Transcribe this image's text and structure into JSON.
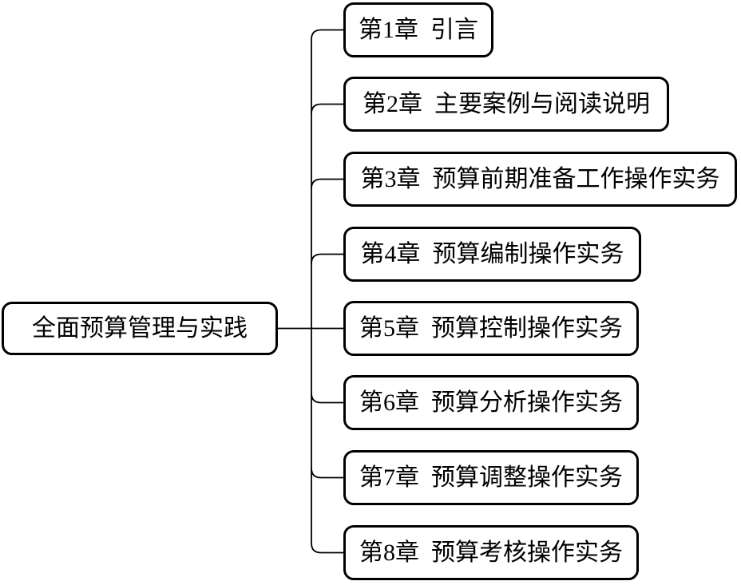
{
  "diagram": {
    "type": "tree",
    "root": {
      "label": "全面预算管理与实践"
    },
    "chapters": [
      {
        "label": "第1章 引言"
      },
      {
        "label": "第2章 主要案例与阅读说明"
      },
      {
        "label": "第3章 预算前期准备工作操作实务"
      },
      {
        "label": "第4章 预算编制操作实务"
      },
      {
        "label": "第5章 预算控制操作实务"
      },
      {
        "label": "第6章 预算分析操作实务"
      },
      {
        "label": "第7章 预算调整操作实务"
      },
      {
        "label": "第8章 预算考核操作实务"
      }
    ],
    "colors": {
      "background": "#ffffff",
      "border": "#000000",
      "text": "#000000",
      "line": "#000000"
    }
  }
}
